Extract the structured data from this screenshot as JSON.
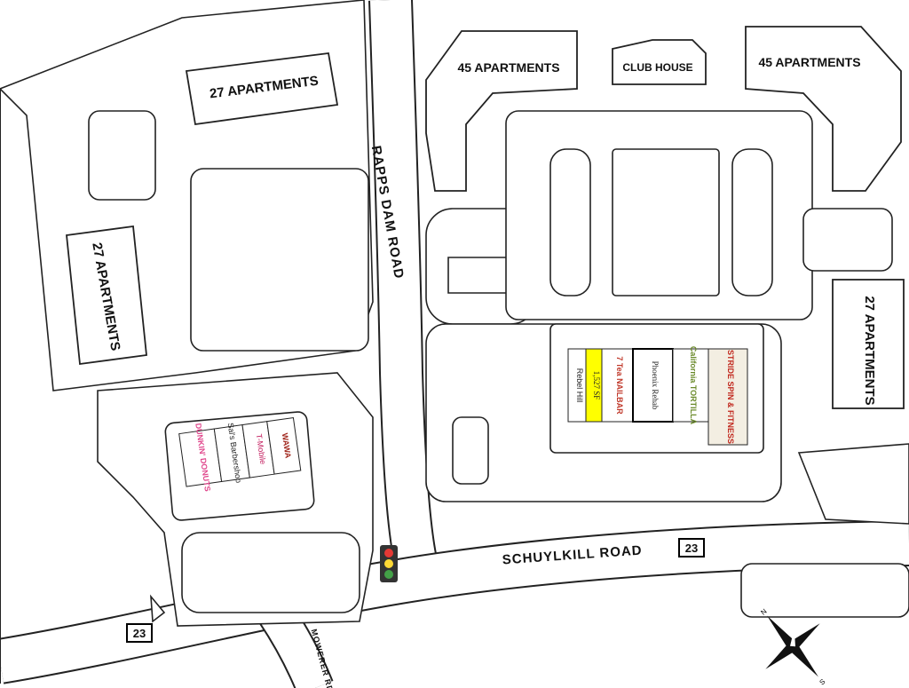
{
  "map": {
    "buildings": {
      "apt_top_left": "27 APARTMENTS",
      "apt_left": "27 APARTMENTS",
      "apt_right": "27 APARTMENTS",
      "apt_top_mid": "45 APARTMENTS",
      "apt_top_right": "45 APARTMENTS",
      "clubhouse": "CLUB HOUSE"
    },
    "roads": {
      "rapps_dam": "RAPPS DAM ROAD",
      "schuylkill": "SCHUYLKILL ROAD",
      "mowerer": "MOWERER RD",
      "route_shield_1": "23",
      "route_shield_2": "23"
    },
    "right_strip_tenants": [
      "Rebel Hill",
      "1,527 SF",
      "7 Tea NAILBAR",
      "Phoenix Rehab",
      "California TORTILLA",
      "STRIDE SPIN & FITNESS"
    ],
    "left_strip_tenants": [
      "DUNKIN' DONUTS",
      "Sal's Barbershop",
      "T-Mobile",
      "WAWA"
    ],
    "compass": {
      "n": "N",
      "s": "S"
    },
    "colors": {
      "vacant_highlight": "#ffff00",
      "outline": "#222222"
    }
  }
}
